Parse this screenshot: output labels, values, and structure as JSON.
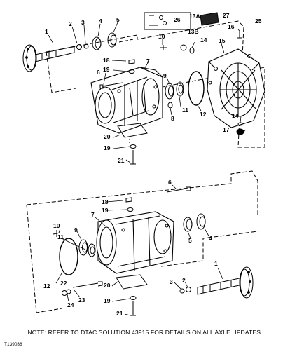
{
  "callouts_upper": [
    {
      "id": "u1",
      "text": "1"
    },
    {
      "id": "u2",
      "text": "2"
    },
    {
      "id": "u3",
      "text": "3"
    },
    {
      "id": "u4",
      "text": "4"
    },
    {
      "id": "u5",
      "text": "5"
    },
    {
      "id": "u6",
      "text": "6"
    },
    {
      "id": "u7",
      "text": "7"
    },
    {
      "id": "u8",
      "text": "8"
    },
    {
      "id": "u9",
      "text": "9"
    },
    {
      "id": "u10",
      "text": "10"
    },
    {
      "id": "u11",
      "text": "11"
    },
    {
      "id": "u12",
      "text": "12"
    },
    {
      "id": "u13a",
      "text": "13A"
    },
    {
      "id": "u13b",
      "text": "13B"
    },
    {
      "id": "u14",
      "text": "14"
    },
    {
      "id": "u14b",
      "text": "14"
    },
    {
      "id": "u15",
      "text": "15"
    },
    {
      "id": "u16",
      "text": "16"
    },
    {
      "id": "u17",
      "text": "17"
    },
    {
      "id": "u18",
      "text": "18"
    },
    {
      "id": "u19",
      "text": "19"
    },
    {
      "id": "u19b",
      "text": "19"
    },
    {
      "id": "u20",
      "text": "20"
    },
    {
      "id": "u21",
      "text": "21"
    },
    {
      "id": "u25",
      "text": "25"
    },
    {
      "id": "u26",
      "text": "26"
    },
    {
      "id": "u27",
      "text": "27"
    }
  ],
  "callouts_lower": [
    {
      "id": "l1",
      "text": "1"
    },
    {
      "id": "l2",
      "text": "2"
    },
    {
      "id": "l3",
      "text": "3"
    },
    {
      "id": "l4",
      "text": "4"
    },
    {
      "id": "l5",
      "text": "5"
    },
    {
      "id": "l6",
      "text": "6"
    },
    {
      "id": "l7",
      "text": "7"
    },
    {
      "id": "l9",
      "text": "9"
    },
    {
      "id": "l10",
      "text": "10"
    },
    {
      "id": "l11",
      "text": "11"
    },
    {
      "id": "l12",
      "text": "12"
    },
    {
      "id": "l18",
      "text": "18"
    },
    {
      "id": "l19",
      "text": "19"
    },
    {
      "id": "l19b",
      "text": "19"
    },
    {
      "id": "l20",
      "text": "20"
    },
    {
      "id": "l21",
      "text": "21"
    },
    {
      "id": "l22",
      "text": "22"
    },
    {
      "id": "l23",
      "text": "23"
    },
    {
      "id": "l24",
      "text": "24"
    }
  ],
  "note": "NOTE: REFER TO DTAC SOLUTION 43915 FOR DETAILS ON ALL AXLE UPDATES.",
  "figure_ref": "T139038"
}
